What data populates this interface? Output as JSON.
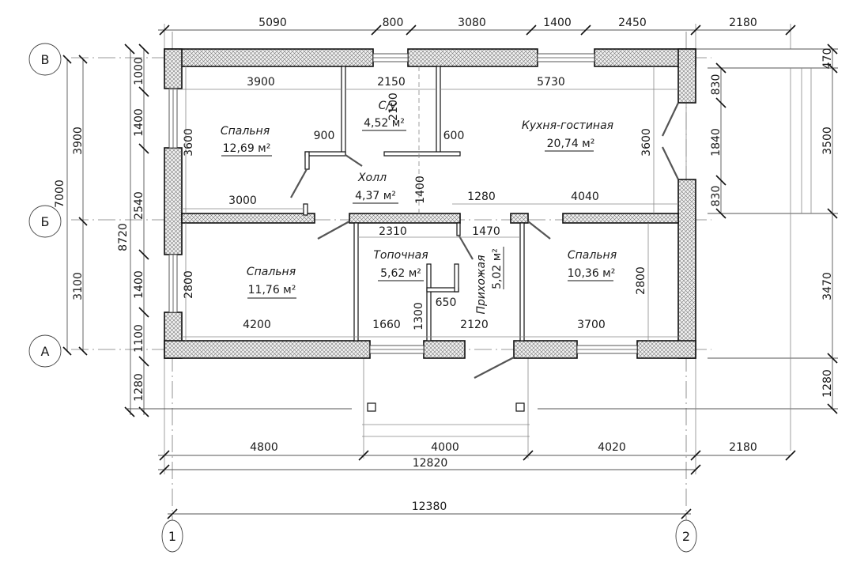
{
  "plan": {
    "axes": {
      "rows": [
        "В",
        "Б",
        "А"
      ],
      "cols": [
        "1",
        "2"
      ]
    },
    "rooms": [
      {
        "name": "Спальня",
        "area": "12,69 м²"
      },
      {
        "name": "С/у",
        "area": "4,52 м²"
      },
      {
        "name": "Кухня-гостиная",
        "area": "20,74 м²"
      },
      {
        "name": "Холл",
        "area": "4,37 м²"
      },
      {
        "name": "Спальня",
        "area": "11,76 м²"
      },
      {
        "name": "Топочная",
        "area": "5,62 м²"
      },
      {
        "name": "Прихожая",
        "area": "5,02 м²"
      },
      {
        "name": "Спальня",
        "area": "10,36 м²"
      }
    ],
    "dims_top": [
      "5090",
      "800",
      "3080",
      "1400",
      "2450",
      "2180"
    ],
    "dims_bottom": [
      "4800",
      "4000",
      "4020",
      "2180"
    ],
    "dims_total_bottom": "12820",
    "dims_axis_bottom": "12380",
    "dims_left_outer": [
      "3900",
      "3100",
      "7000"
    ],
    "dims_left_mid": [
      "8720"
    ],
    "dims_left_inner": [
      "1000",
      "1400",
      "2540",
      "1400",
      "1100",
      "1280"
    ],
    "dims_right_inner": [
      "830",
      "1840",
      "830"
    ],
    "dims_right_outer": [
      "470",
      "3500",
      "3470",
      "1280"
    ],
    "dims_interior": {
      "bed1_width": "3900",
      "bed1_height": "3600",
      "bed1_bottom": "3000",
      "hall_door": "900",
      "bath_width": "2150",
      "bath_height": "2100",
      "bath_wall": "600",
      "kitchen_width": "5730",
      "kitchen_height": "3600",
      "kitchen_b1": "1280",
      "kitchen_b2": "4040",
      "hall_height": "1400",
      "bed2_width": "4200",
      "bed2_height": "2800",
      "boiler_width": "2310",
      "boiler_bottom": "1660",
      "boiler_h": "1300",
      "step": "650",
      "entry_width": "1470",
      "entry_bottom": "2120",
      "bed3_width": "3700",
      "bed3_height": "2800"
    }
  }
}
